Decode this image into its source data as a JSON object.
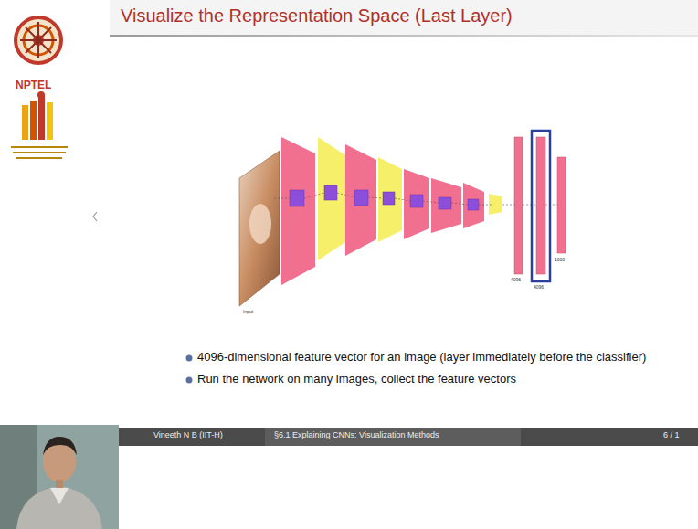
{
  "diagram": {
    "title": "Visualize the Representation Space (Last Layer)",
    "labels": [
      "NPTEL",
      "Input",
      "4096",
      "4096",
      "1000",
      "4096-dimensional feature vector for an image (layer immediately before the classifier)",
      "Run the network on many images, collect the feature vectors",
      "Vineeth N B (IIT-H)",
      "§6.1 Explaining CNNs: Visualization Methods",
      "6 / 1"
    ]
  }
}
